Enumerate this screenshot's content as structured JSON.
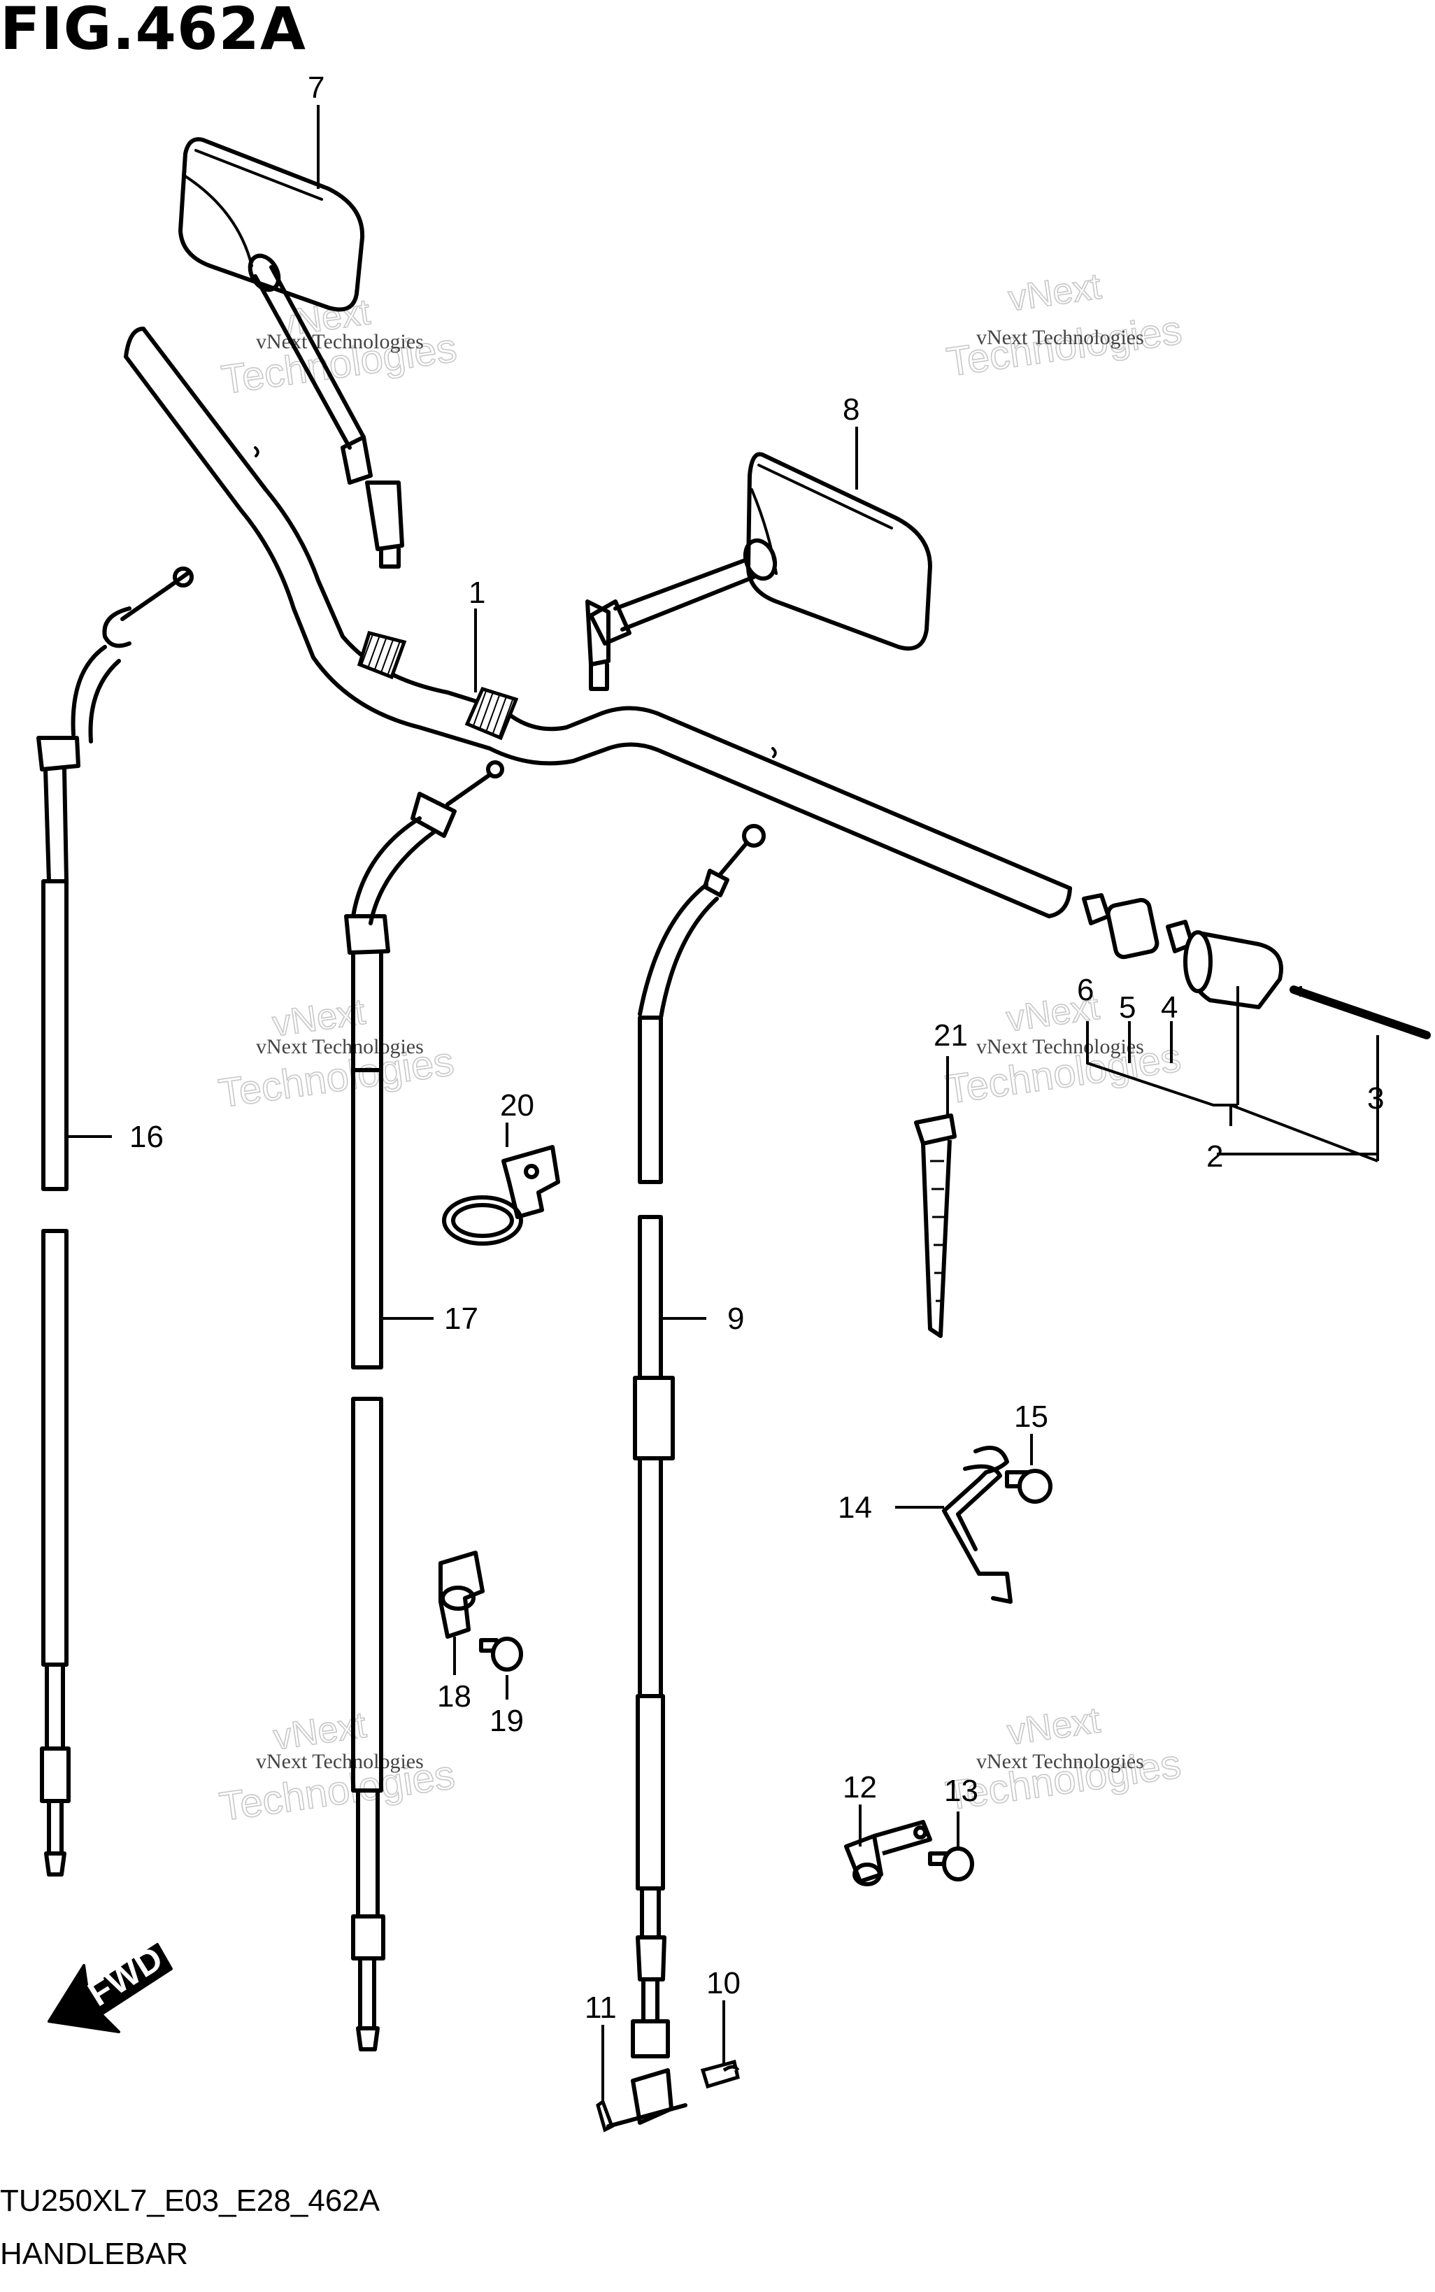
{
  "figure": {
    "title": "FIG.462A",
    "code": "TU250XL7_E03_E28_462A",
    "name": "HANDLEBAR"
  },
  "watermark": {
    "line1": "vNext",
    "line2": "Technologies",
    "small": "vNext Technologies"
  },
  "fwd_label": "FWD",
  "callouts": [
    {
      "id": "c1",
      "label": "1"
    },
    {
      "id": "c2",
      "label": "2"
    },
    {
      "id": "c3",
      "label": "3"
    },
    {
      "id": "c4",
      "label": "4"
    },
    {
      "id": "c5",
      "label": "5"
    },
    {
      "id": "c6",
      "label": "6"
    },
    {
      "id": "c7",
      "label": "7"
    },
    {
      "id": "c8",
      "label": "8"
    },
    {
      "id": "c9",
      "label": "9"
    },
    {
      "id": "c10",
      "label": "10"
    },
    {
      "id": "c11",
      "label": "11"
    },
    {
      "id": "c12",
      "label": "12"
    },
    {
      "id": "c13",
      "label": "13"
    },
    {
      "id": "c14",
      "label": "14"
    },
    {
      "id": "c15",
      "label": "15"
    },
    {
      "id": "c16",
      "label": "16"
    },
    {
      "id": "c17",
      "label": "17"
    },
    {
      "id": "c18",
      "label": "18"
    },
    {
      "id": "c19",
      "label": "19"
    },
    {
      "id": "c20",
      "label": "20"
    },
    {
      "id": "c21",
      "label": "21"
    }
  ]
}
